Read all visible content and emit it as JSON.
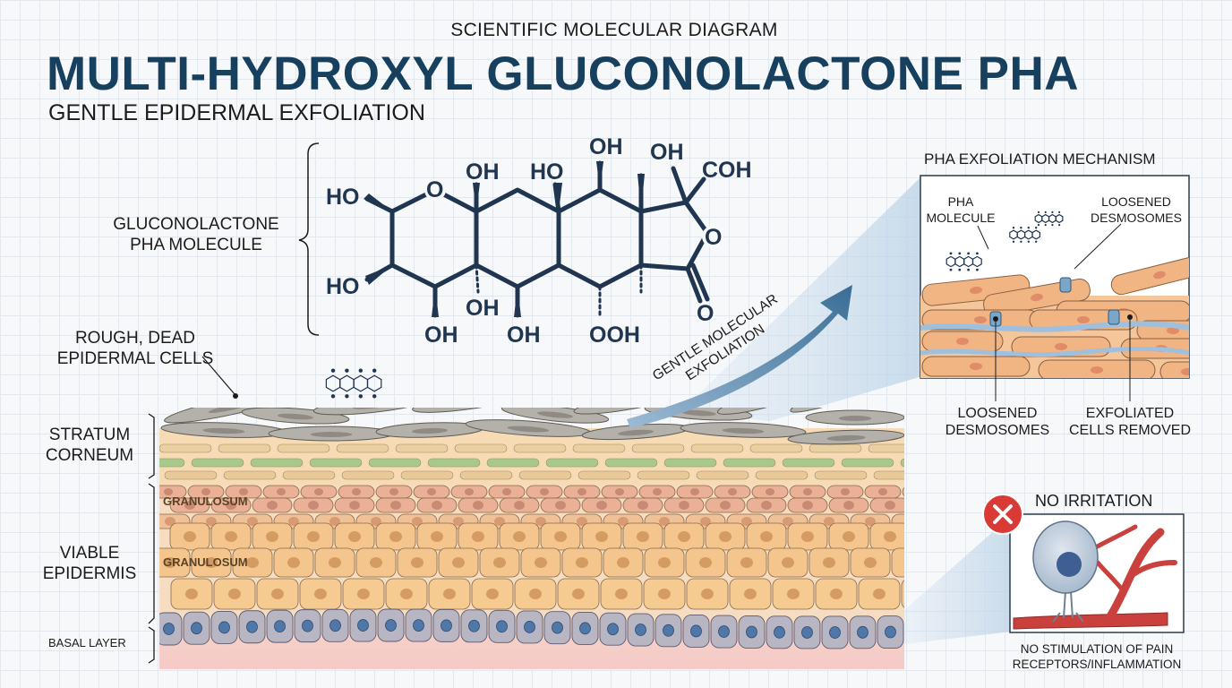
{
  "header": {
    "kicker": "SCIENTIFIC MOLECULAR DIAGRAM",
    "title": "MULTI-HYDROXYL GLUCONOLACTONE PHA",
    "subtitle": "GENTLE EPIDERMAL EXFOLIATION"
  },
  "molecule": {
    "label_line1": "GLUCONOLACTONE",
    "label_line2": "PHA MOLECULE",
    "groups": [
      "HO",
      "HO",
      "OH",
      "HO",
      "OH",
      "OH",
      "COH",
      "OH",
      "OH",
      "OOH",
      "O",
      "O",
      "O"
    ]
  },
  "skin": {
    "dead_cells_line1": "ROUGH, DEAD",
    "dead_cells_line2": "EPIDERMAL CELLS",
    "stratum_line1": "STRATUM",
    "stratum_line2": "CORNEUM",
    "viable_line1": "VIABLE",
    "viable_line2": "EPIDERMIS",
    "basal": "BASAL LAYER",
    "granulosum_1": "GRANULOSUM",
    "granulosum_2": "GRANULOSUM",
    "arrow_line1": "GENTLE MOLECULAR",
    "arrow_line2": "EXFOLIATION"
  },
  "mechanism": {
    "title": "PHA EXFOLIATION MECHANISM",
    "pha_line1": "PHA",
    "pha_line2": "MOLECULE",
    "loosened_top_line1": "LOOSENED",
    "loosened_top_line2": "DESMOSOMES",
    "loosened_bottom_line1": "LOOSENED",
    "loosened_bottom_line2": "DESMOSOMES",
    "exfoliated_line1": "EXFOLIATED",
    "exfoliated_line2": "CELLS REMOVED"
  },
  "irritation": {
    "title": "NO IRRITATION",
    "caption_line1": "NO STIMULATION OF PAIN",
    "caption_line2": "RECEPTORS/INFLAMMATION"
  },
  "colors": {
    "title": "#17405e",
    "bond": "#1f3550",
    "arrow": "#3a6e96",
    "dead_cell": "#b4b0aa",
    "corneum": "#f3d4a6",
    "granular": "#e8a88a",
    "spinous": "#f3c68e",
    "basal": "#b9b6c4",
    "nucleus": "#4f77a8",
    "vessel": "#c9403c",
    "warning": "#d93a36"
  }
}
